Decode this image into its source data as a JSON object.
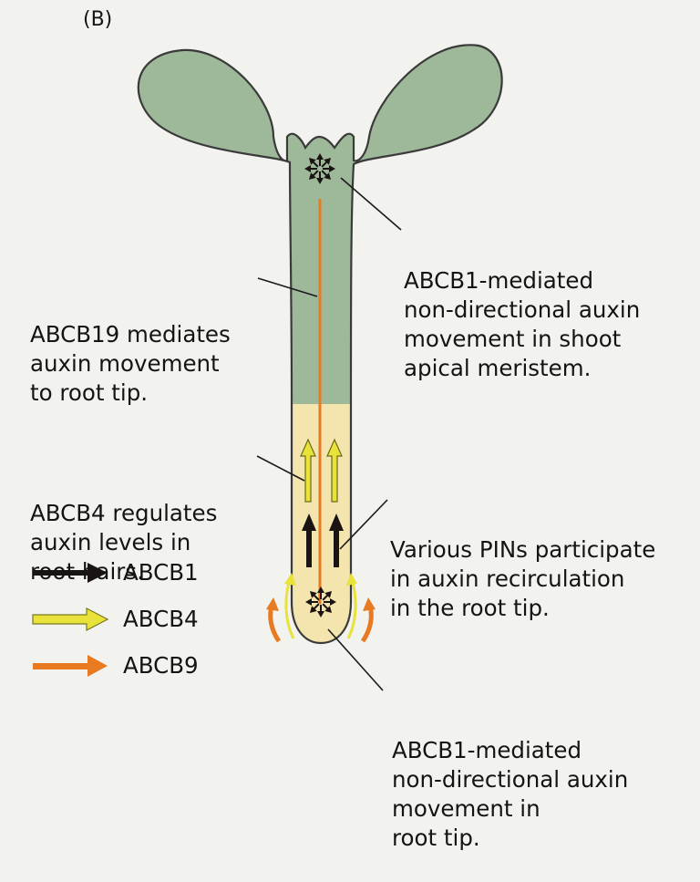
{
  "panel_label": "(B)",
  "labels": {
    "abcb19": [
      "ABCB19 mediates",
      "auxin movement",
      "to root tip."
    ],
    "abcb1_shoot": [
      "ABCB1-mediated",
      "non-directional auxin",
      "movement in shoot",
      "apical meristem."
    ],
    "abcb4": [
      "ABCB4 regulates",
      "auxin levels in",
      "root hairs."
    ],
    "pins": [
      "Various PINs participate",
      "in auxin recirculation",
      "in the root tip."
    ],
    "abcb1_root": [
      "ABCB1-mediated",
      "non-directional auxin",
      "movement in",
      "root tip."
    ]
  },
  "legend": [
    {
      "label": "ABCB1",
      "color": "#1a1512"
    },
    {
      "label": "ABCB4",
      "color": "#e8e23a"
    },
    {
      "label": "ABCB9",
      "color": "#e87a22"
    }
  ],
  "colors": {
    "shoot_tissue": "#9eb99a",
    "root_tissue": "#f4e4ae",
    "outline": "#3a3a3a",
    "abcb1_arrow": "#1a1512",
    "abcb4_arrow": "#e8e23a",
    "orange_arrow": "#e87a22"
  }
}
